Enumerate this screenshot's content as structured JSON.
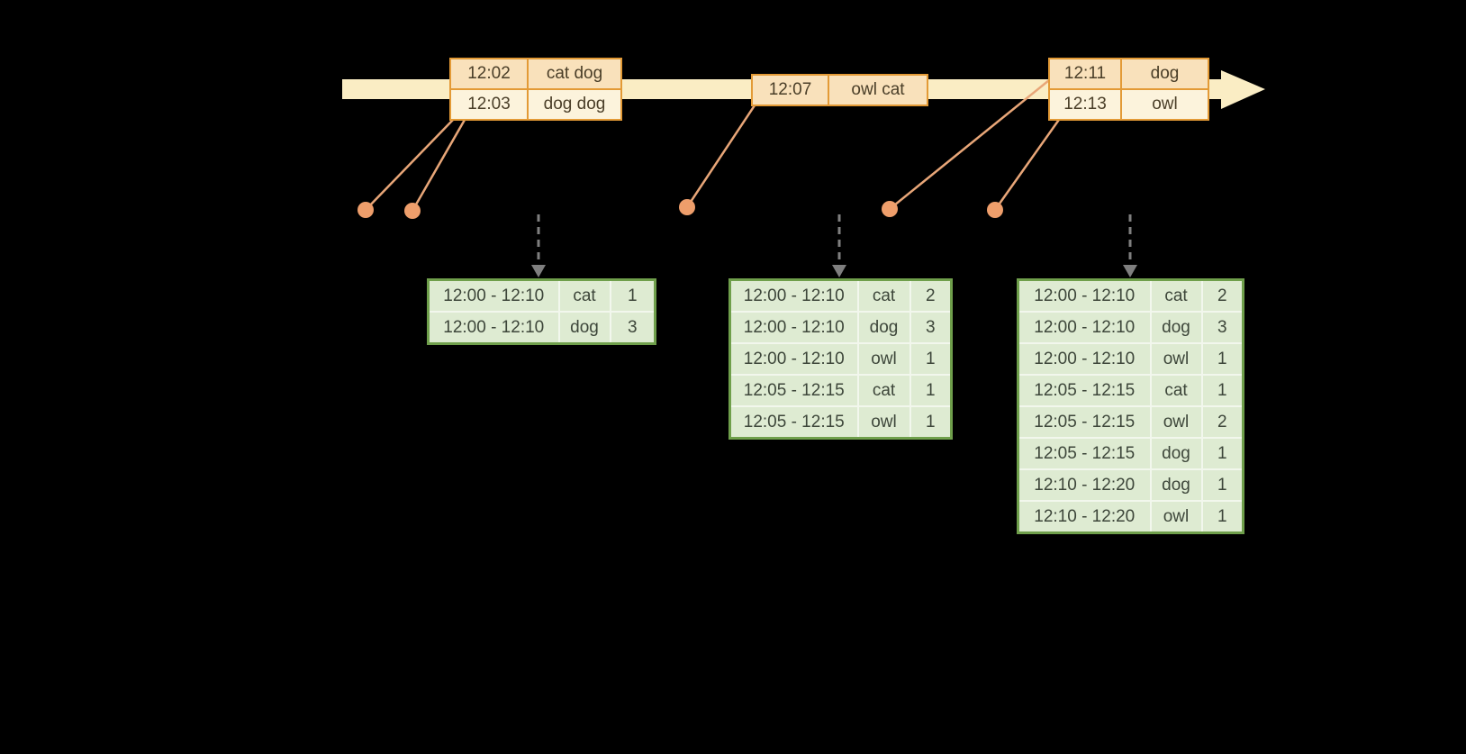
{
  "event_tables": [
    {
      "rows": [
        {
          "time": "12:02",
          "words": "cat dog"
        },
        {
          "time": "12:03",
          "words": "dog dog"
        }
      ]
    },
    {
      "rows": [
        {
          "time": "12:07",
          "words": "owl cat"
        }
      ]
    },
    {
      "rows": [
        {
          "time": "12:11",
          "words": "dog"
        },
        {
          "time": "12:13",
          "words": "owl"
        }
      ]
    }
  ],
  "result_tables": [
    {
      "rows": [
        {
          "window": "12:00 - 12:10",
          "word": "cat",
          "count": "1"
        },
        {
          "window": "12:00 - 12:10",
          "word": "dog",
          "count": "3"
        }
      ]
    },
    {
      "rows": [
        {
          "window": "12:00 - 12:10",
          "word": "cat",
          "count": "2"
        },
        {
          "window": "12:00 - 12:10",
          "word": "dog",
          "count": "3"
        },
        {
          "window": "12:00 - 12:10",
          "word": "owl",
          "count": "1"
        },
        {
          "window": "12:05 - 12:15",
          "word": "cat",
          "count": "1"
        },
        {
          "window": "12:05 - 12:15",
          "word": "owl",
          "count": "1"
        }
      ]
    },
    {
      "rows": [
        {
          "window": "12:00 - 12:10",
          "word": "cat",
          "count": "2"
        },
        {
          "window": "12:00 - 12:10",
          "word": "dog",
          "count": "3"
        },
        {
          "window": "12:00 - 12:10",
          "word": "owl",
          "count": "1"
        },
        {
          "window": "12:05 - 12:15",
          "word": "cat",
          "count": "1"
        },
        {
          "window": "12:05 - 12:15",
          "word": "owl",
          "count": "2"
        },
        {
          "window": "12:05 - 12:15",
          "word": "dog",
          "count": "1"
        },
        {
          "window": "12:10 - 12:20",
          "word": "dog",
          "count": "1"
        },
        {
          "window": "12:10 - 12:20",
          "word": "owl",
          "count": "1"
        }
      ]
    }
  ],
  "colors": {
    "background": "#000000",
    "timeline_band": "#FAEDC4",
    "event_border": "#E39A36",
    "event_row_peach": "#F9E1BB",
    "event_row_cream": "#FCF3DC",
    "result_border": "#6F9F4B",
    "result_cell": "#DEEBD2",
    "event_dot": "#EE9E6B",
    "connector_line": "#E8A678",
    "trigger_arrow": "#7F7F7F"
  }
}
